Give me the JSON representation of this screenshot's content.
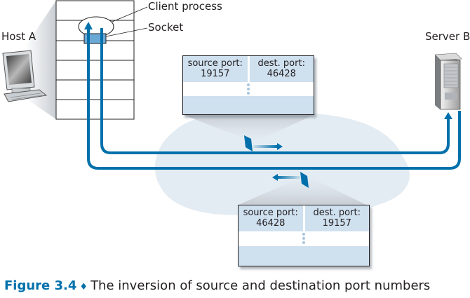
{
  "labels": {
    "host_a": "Host A",
    "server_b": "Server B",
    "client_process": "Client process",
    "socket": "Socket"
  },
  "segments": [
    {
      "name": "segment-a-to-b",
      "source_label": "source port:",
      "source_value": "19157",
      "dest_label": "dest. port:",
      "dest_value": "46428",
      "direction": "host-a-to-server-b"
    },
    {
      "name": "segment-b-to-a",
      "source_label": "source port:",
      "source_value": "46428",
      "dest_label": "dest. port:",
      "dest_value": "19157",
      "direction": "server-b-to-host-a"
    }
  ],
  "caption": {
    "figure_label": "Figure 3.4",
    "separator": "♦",
    "text": "The inversion of source and destination port numbers"
  },
  "colors": {
    "path_blue": "#0070ab",
    "segment_fill": "#cfe0ef",
    "cloud_fill": "#e4ecf3",
    "socket_fill": "#6aa9d6"
  }
}
